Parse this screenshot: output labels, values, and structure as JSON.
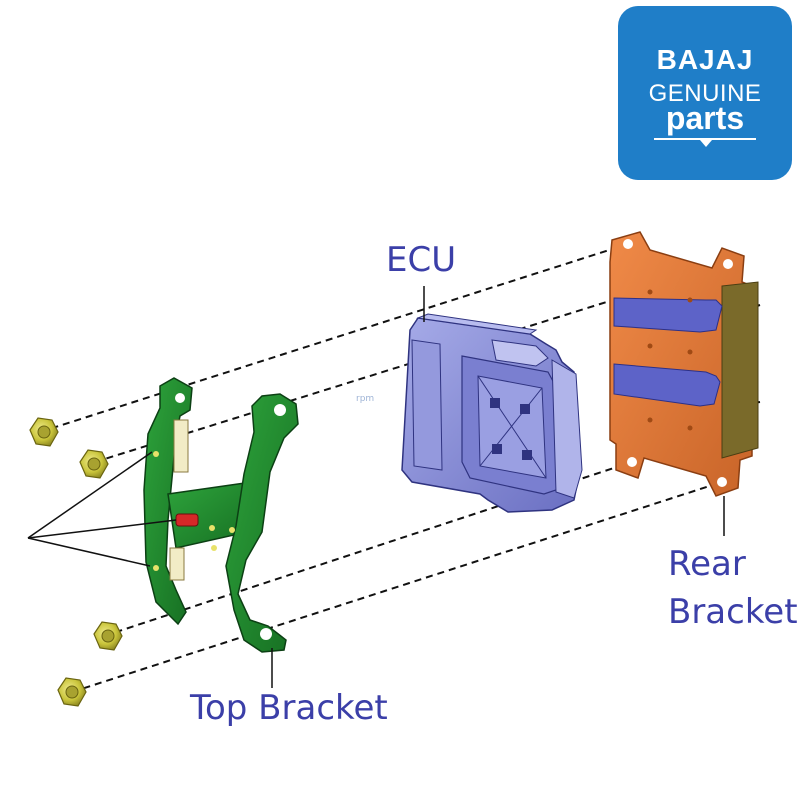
{
  "labels": {
    "ecu": "ECU",
    "rear_line1": "Rear",
    "rear_line2": "Bracket",
    "top_bracket": "Top Bracket"
  },
  "logo": {
    "brand": "BAJAJ",
    "line2": "GENUINE",
    "line3": "parts"
  },
  "watermark": "rpm",
  "colors": {
    "label": "#3b3fa8",
    "logo_bg": "#1f7ec8",
    "top_bracket": "#1f8a2c",
    "rear_bracket": "#e07a3a",
    "ecu_body": "#8a8fd8",
    "nut": "#c9c43a"
  }
}
